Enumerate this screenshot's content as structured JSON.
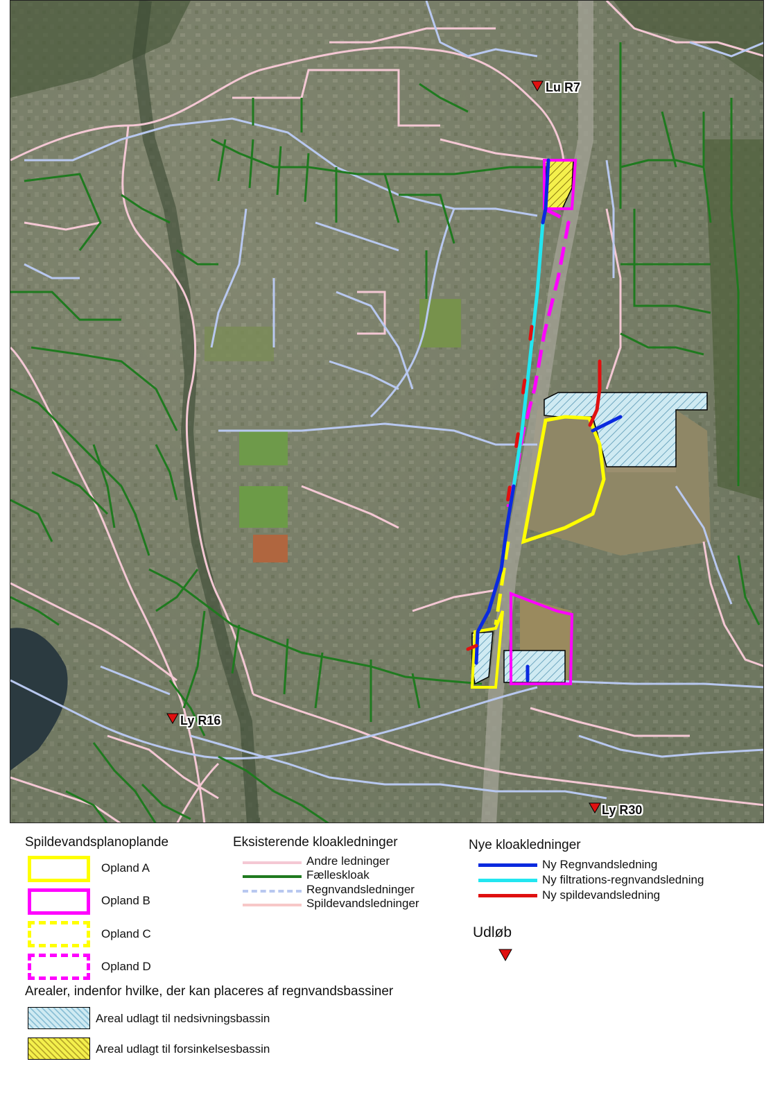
{
  "map": {
    "outlets": [
      {
        "label": "Lu R7"
      },
      {
        "label": "Ly R16"
      },
      {
        "label": "Ly R30"
      }
    ]
  },
  "legend": {
    "catchments": {
      "title": "Spildevandsplanoplande",
      "items": [
        {
          "label": "Opland A",
          "color": "#ffff00",
          "style": "solid"
        },
        {
          "label": "Opland B",
          "color": "#ff00ff",
          "style": "solid"
        },
        {
          "label": "Opland C",
          "color": "#ffff00",
          "style": "dashed"
        },
        {
          "label": "Opland D",
          "color": "#ff00ff",
          "style": "dashed"
        }
      ]
    },
    "existing": {
      "title": "Eksisterende kloakledninger",
      "items": [
        {
          "label": "Andre ledninger",
          "color": "#f4c8d4",
          "style": "solid"
        },
        {
          "label": "Fælleskloak",
          "color": "#1f7a1f",
          "style": "solid"
        },
        {
          "label": "Regnvandsledninger",
          "color": "#b8c8f0",
          "style": "dashed"
        },
        {
          "label": "Spildevandsledninger",
          "color": "#f7c8c8",
          "style": "solid"
        }
      ]
    },
    "new": {
      "title": "Nye kloakledninger",
      "items": [
        {
          "label": "Ny Regnvandsledning",
          "color": "#0a2adf"
        },
        {
          "label": "Ny filtrations-regnvandsledning",
          "color": "#22e6f0"
        },
        {
          "label": "Ny spildevandsledning",
          "color": "#e01010"
        }
      ]
    },
    "outlet": {
      "title": "Udløb",
      "color": "#e01010"
    },
    "areas": {
      "title": "Arealer, indenfor hvilke, der kan placeres af regnvandsbassiner",
      "items": [
        {
          "label": "Areal udlagt til nedsivningsbassin",
          "color": "#bfe6f2"
        },
        {
          "label": "Areal udlagt til forsinkelsesbassin",
          "color": "#f0f060"
        }
      ]
    }
  }
}
